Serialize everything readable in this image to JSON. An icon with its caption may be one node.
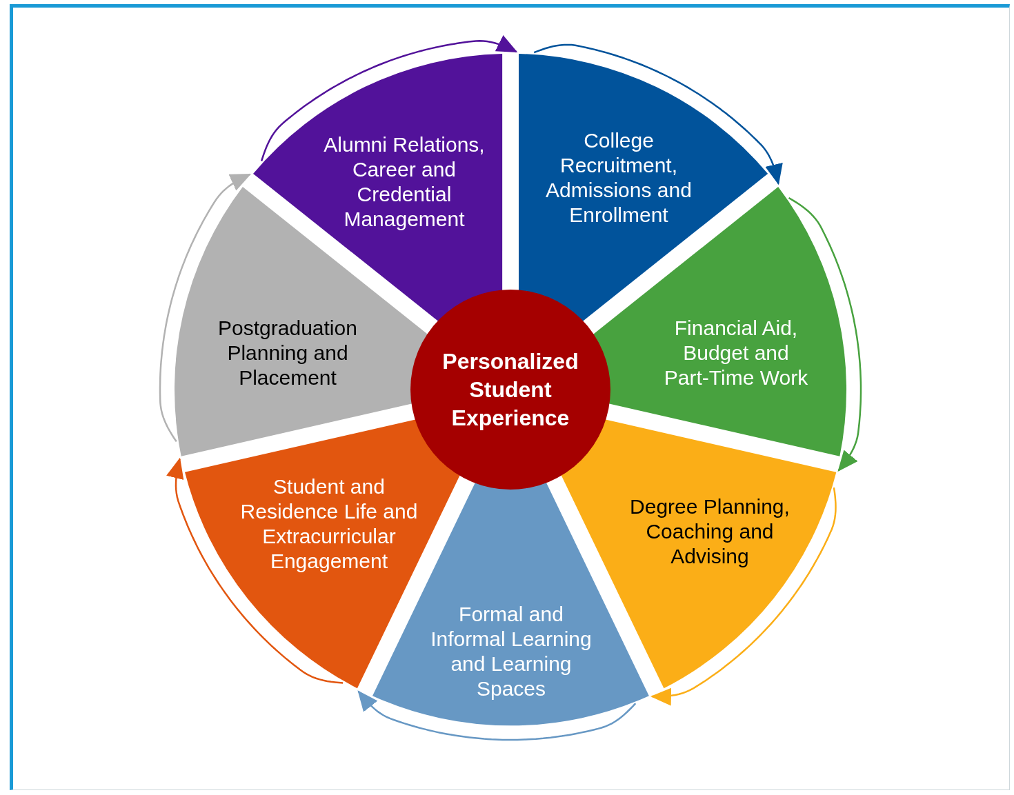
{
  "diagram": {
    "nodes": [
      {
        "text": [
          "Alumni Relations, Career and Credential Management"
        ]
      },
      {
        "text": [
          "College Recruitment, Admissions and Enrollment"
        ]
      },
      {
        "text": [
          "Postgraduation Planning and Placement"
        ]
      },
      {
        "text": [
          "Personalized Student Experience"
        ]
      },
      {
        "text": [
          "Financial Aid, Budget and Part-Time Work"
        ]
      },
      {
        "text": [
          "Student and Residence Life and Extracurricular Engagement"
        ]
      },
      {
        "text": [
          "Degree Planning, Coaching and Advising"
        ]
      },
      {
        "text": [
          "Formal and Informal Learning and Learning Spaces"
        ]
      }
    ],
    "edges": [
      {
        "from": 0,
        "to": 1,
        "arrow": "to",
        "color": "#52129a"
      },
      {
        "from": 1,
        "to": 4,
        "arrow": "to",
        "color": "#01539b"
      },
      {
        "from": 4,
        "to": 6,
        "arrow": "to",
        "color": "#48a23f"
      },
      {
        "from": 6,
        "to": 7,
        "arrow": "to",
        "color": "#fbae17"
      },
      {
        "from": 7,
        "to": 5,
        "arrow": "to",
        "color": "#6798c4"
      },
      {
        "from": 5,
        "to": 2,
        "arrow": "to",
        "color": "#e2560f"
      },
      {
        "from": 2,
        "to": 0,
        "arrow": "to",
        "color": "#b2b2b2"
      }
    ]
  }
}
